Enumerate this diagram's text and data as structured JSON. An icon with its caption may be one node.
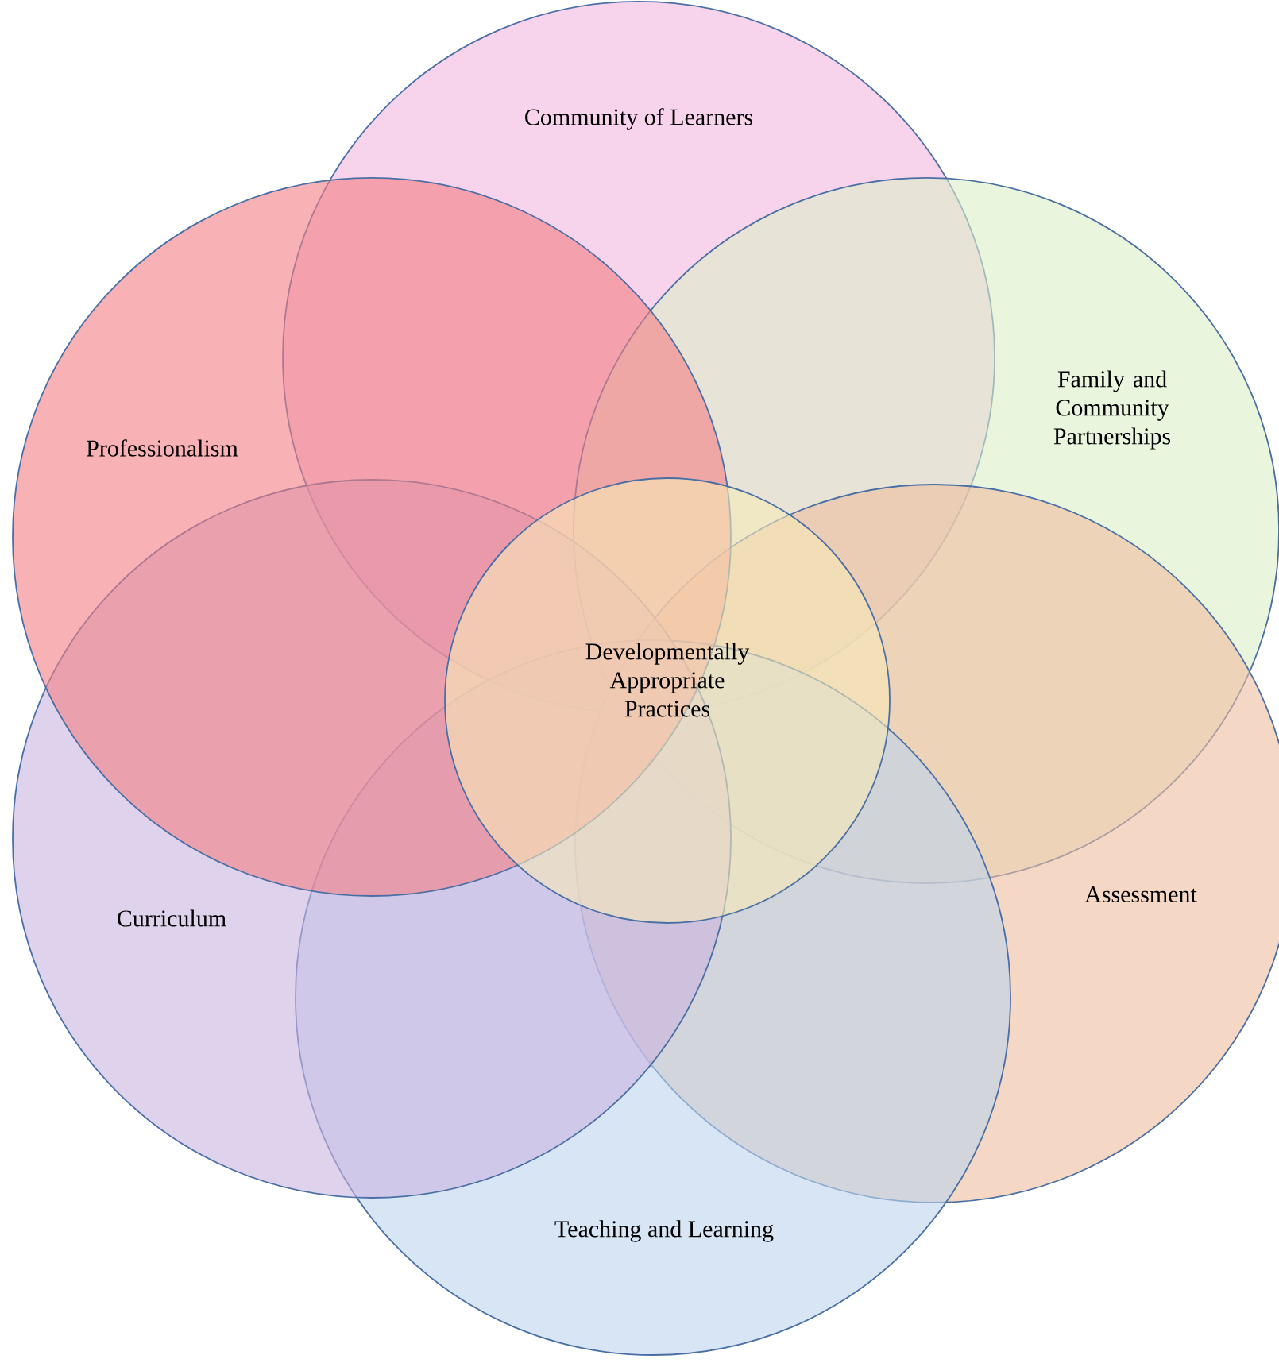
{
  "diagram": {
    "nodes": [
      {
        "text": [
          "Community of Learners"
        ]
      },
      {
        "text": [
          "Family and Community Partnerships"
        ]
      },
      {
        "text": [
          "Professionalism"
        ]
      },
      {
        "text": [
          "Developmentally Appropriate Practices"
        ]
      },
      {
        "text": [
          "Assessment"
        ]
      },
      {
        "text": [
          "Curriculum"
        ]
      },
      {
        "text": [
          "Teaching and Learning"
        ]
      }
    ]
  }
}
